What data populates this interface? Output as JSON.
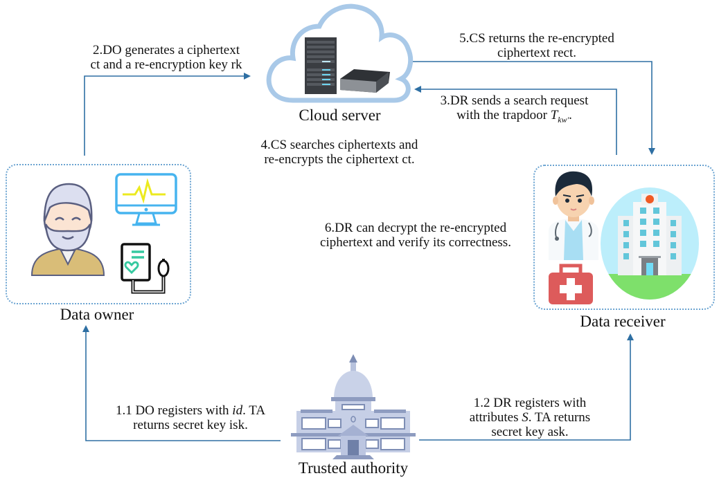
{
  "nodes": {
    "cloud_server": "Cloud server",
    "data_owner": "Data owner",
    "data_receiver": "Data receiver",
    "trusted_authority": "Trusted authority"
  },
  "steps": {
    "step2": [
      "2.DO generates a ciphertext",
      "ct and a re-encryption key rk"
    ],
    "step5": [
      "5.CS returns the re-encrypted",
      "ciphertext rect."
    ],
    "step3": [
      "3.DR sends a search request",
      "with the trapdoor "
    ],
    "step3_math": {
      "base": "T",
      "sub": "kw'",
      "suffix": "."
    },
    "step4": [
      "4.CS searches ciphertexts and",
      "re-encrypts the ciphertext ct."
    ],
    "step6": [
      "6.DR can decrypt the re-encrypted",
      "ciphertext  and verify its correctness."
    ],
    "step1_1": {
      "pre": "1.1 DO registers with ",
      "math": "id",
      "post": ". TA",
      "line2": "returns secret key isk."
    },
    "step1_2": {
      "line1": "1.2 DR registers with",
      "pre": "attributes ",
      "math": "S",
      "post": ". TA  returns",
      "line3": "secret key ask."
    }
  },
  "colors": {
    "arrow": "#2e6fa3",
    "cloud": "#a9c9e8",
    "box_border": "#6aa3d1"
  }
}
